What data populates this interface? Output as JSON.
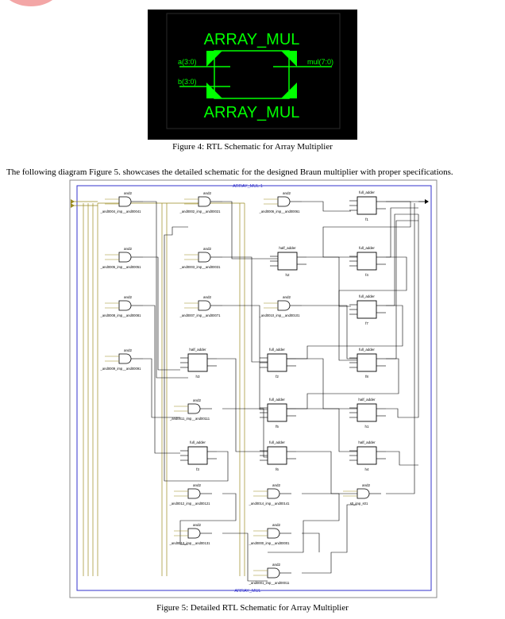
{
  "figure4": {
    "title_top": "ARRAY_MUL",
    "title_bottom": "ARRAY_MUL",
    "input_a": "a(3:0)",
    "input_b": "b(3:0)",
    "output": "mul(7:0)",
    "caption": "Figure 4: RTL Schematic for Array Multiplier",
    "colors": {
      "background": "#000000",
      "wire": "#00ff00"
    }
  },
  "paragraph": "The following diagram Figure 5. showcases the detailed schematic for the designed Braun multiplier with proper specifications.",
  "figure5": {
    "frame_label_top": "ARRAY_MUL:1",
    "frame_label_bottom": "ARRAY_MUL",
    "caption": "Figure 5: Detailed RTL Schematic for Array Multiplier",
    "colors": {
      "frame": "#3333cc",
      "wire": "#000000",
      "bus": "#9a8a20"
    },
    "components": [
      {
        "type": "and2",
        "label": "_and0004_imp__and00041"
      },
      {
        "type": "and2",
        "label": "_and0002_imp__and00021"
      },
      {
        "type": "and2",
        "label": "_and0006_imp__and00061"
      },
      {
        "type": "full_adder",
        "label": "f1"
      },
      {
        "type": "and2",
        "label": "_and0005_imp__and00051"
      },
      {
        "type": "and2",
        "label": "_and0003_imp__and00031"
      },
      {
        "type": "half_adder",
        "label": "h2"
      },
      {
        "type": "full_adder",
        "label": "f4"
      },
      {
        "type": "and2",
        "label": "_and0008_imp__and00081"
      },
      {
        "type": "and2",
        "label": "_and0007_imp__and00071"
      },
      {
        "type": "and2",
        "label": "_and0010_imp__and00101"
      },
      {
        "type": "full_adder",
        "label": "f7"
      },
      {
        "type": "and2",
        "label": "_and0009_imp__and00091"
      },
      {
        "type": "half_adder",
        "label": "h3"
      },
      {
        "type": "full_adder",
        "label": "f2"
      },
      {
        "type": "full_adder",
        "label": "f8"
      },
      {
        "type": "and2",
        "label": "_and0011_imp__and00111"
      },
      {
        "type": "full_adder",
        "label": "f5"
      },
      {
        "type": "half_adder",
        "label": "h1"
      },
      {
        "type": "full_adder",
        "label": "f3"
      },
      {
        "type": "full_adder",
        "label": "f6"
      },
      {
        "type": "half_adder",
        "label": "h4"
      },
      {
        "type": "and2",
        "label": "_and0012_imp__and00121"
      },
      {
        "type": "and2",
        "label": "_and0014_imp__and00141"
      },
      {
        "type": "and2",
        "label": "s0_imp_s01"
      },
      {
        "type": "and2",
        "label": "_and0013_imp__and00131"
      },
      {
        "type": "and2",
        "label": "_and0000_imp__and00001"
      },
      {
        "type": "and2",
        "label": "_and0001_imp__and00011"
      }
    ]
  }
}
